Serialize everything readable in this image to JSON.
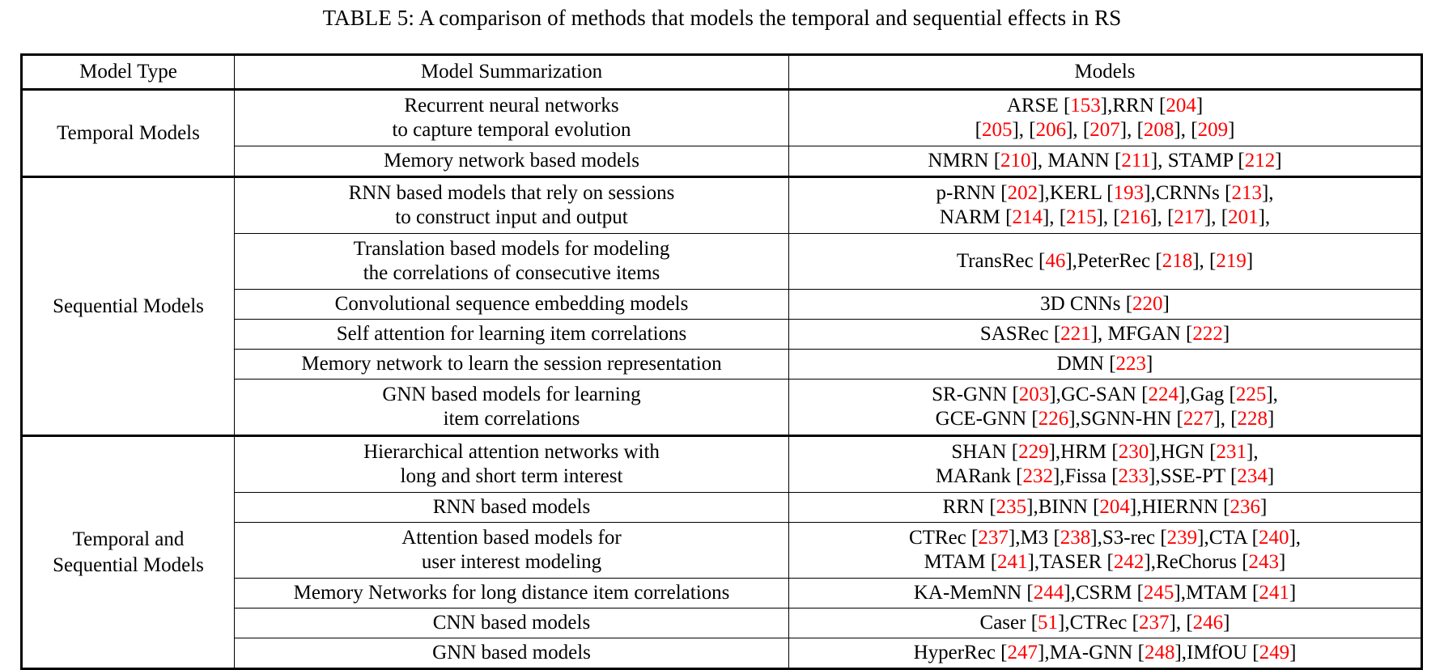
{
  "caption": "TABLE 5: A comparison of methods that models the temporal and sequential effects in RS",
  "colors": {
    "reference_number": "#ff0000",
    "text": "#000000",
    "border": "#000000",
    "background": "#ffffff"
  },
  "table": {
    "headers": [
      "Model Type",
      "Model Summarization",
      "Models"
    ],
    "groups": [
      {
        "type": "Temporal Models",
        "rows": [
          {
            "summary_lines": [
              "Recurrent neural networks",
              "to capture temporal evolution"
            ],
            "models_lines": [
              "ARSE [153],RRN [204]",
              "[205], [206], [207], [208], [209]"
            ]
          },
          {
            "summary_lines": [
              "Memory network based models"
            ],
            "models_lines": [
              "NMRN [210], MANN [211], STAMP [212]"
            ]
          }
        ]
      },
      {
        "type": "Sequential Models",
        "rows": [
          {
            "summary_lines": [
              "RNN based models that rely on sessions",
              "to construct input and output"
            ],
            "models_lines": [
              "p-RNN [202],KERL [193],CRNNs [213],",
              "NARM [214], [215], [216], [217], [201],"
            ]
          },
          {
            "summary_lines": [
              "Translation based models for modeling",
              "the correlations of consecutive items"
            ],
            "models_lines": [
              "TransRec [46],PeterRec [218], [219]"
            ]
          },
          {
            "summary_lines": [
              "Convolutional sequence embedding models"
            ],
            "models_lines": [
              "3D CNNs [220]"
            ]
          },
          {
            "summary_lines": [
              "Self attention for learning item correlations"
            ],
            "models_lines": [
              "SASRec [221], MFGAN [222]"
            ]
          },
          {
            "summary_lines": [
              "Memory network to learn the session representation"
            ],
            "models_lines": [
              "DMN [223]"
            ]
          },
          {
            "summary_lines": [
              "GNN based models for learning",
              "item correlations"
            ],
            "models_lines": [
              "SR-GNN [203],GC-SAN [224],Gag [225],",
              "GCE-GNN [226],SGNN-HN [227], [228]"
            ]
          }
        ]
      },
      {
        "type": "Temporal and Sequential Models",
        "type_lines": [
          "Temporal and",
          "Sequential Models"
        ],
        "rows": [
          {
            "summary_lines": [
              "Hierarchical attention networks with",
              "long and short term interest"
            ],
            "models_lines": [
              "SHAN [229],HRM [230],HGN [231],",
              "MARank [232],Fissa [233],SSE-PT [234]"
            ]
          },
          {
            "summary_lines": [
              "RNN based models"
            ],
            "models_lines": [
              "RRN [235],BINN [204],HIERNN [236]"
            ]
          },
          {
            "summary_lines": [
              "Attention based models for",
              "user interest modeling"
            ],
            "models_lines": [
              "CTRec [237],M3 [238],S3-rec [239],CTA [240],",
              "MTAM [241],TASER [242],ReChorus [243]"
            ]
          },
          {
            "summary_lines": [
              "Memory Networks for long distance item correlations"
            ],
            "models_lines": [
              "KA-MemNN [244],CSRM [245],MTAM [241]"
            ]
          },
          {
            "summary_lines": [
              "CNN based models"
            ],
            "models_lines": [
              "Caser [51],CTRec [237], [246]"
            ]
          },
          {
            "summary_lines": [
              "GNN based models"
            ],
            "models_lines": [
              "HyperRec [247],MA-GNN [248],IMfOU [249]"
            ]
          }
        ]
      }
    ]
  }
}
